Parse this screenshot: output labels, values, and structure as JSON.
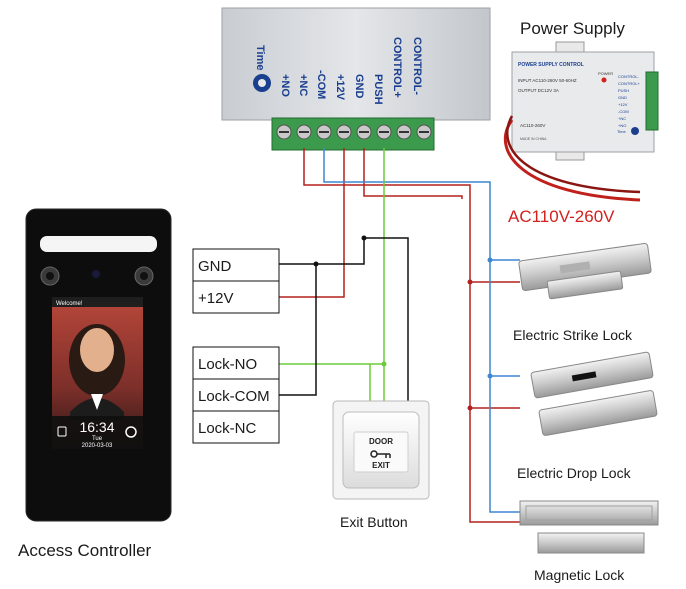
{
  "controller_block": {
    "time_label": "Time",
    "terminals": [
      "+NO",
      "+NC",
      "-COM",
      "+12V",
      "GND",
      "PUSH",
      "CONTROL+",
      "CONTROL-"
    ]
  },
  "power_supply": {
    "title": "Power Supply",
    "plate_title": "POWER SUPPLY CONTROL",
    "input_text": "INPUT AC110-260V 50-60HZ",
    "output_text": "OUTPUT DC12V 3A",
    "power_label": "POWER",
    "ac_label": "AC110-260V",
    "made_in": "MADE IN CHINA",
    "time_label": "Time",
    "side_terminals": [
      "CONTROL-",
      "CONTROL+",
      "PUSH",
      "GND",
      "+12V",
      "-COM",
      "+NC",
      "+NO"
    ],
    "voltage_label": "AC110V-260V"
  },
  "controller_terminals": [
    "GND",
    "+12V",
    "Lock-NO",
    "Lock-COM",
    "Lock-NC"
  ],
  "access_controller": {
    "label": "Access Controller",
    "screen_welcome": "Welcome!",
    "time": "16:34",
    "day": "Tue",
    "date": "2020-03-03"
  },
  "exit_button": {
    "label": "Exit Button",
    "door_text": "DOOR",
    "exit_text": "EXIT"
  },
  "locks": [
    "Electric Strike Lock",
    "Electric Drop Lock",
    "Magnetic Lock"
  ],
  "colors": {
    "red_wire": "#b3201e",
    "blue_wire": "#3f86d3",
    "green_wire": "#6ccb3c",
    "black_wire": "#111111",
    "voltage_text": "#d4201c",
    "terminal_green": "#3b9a4b"
  }
}
